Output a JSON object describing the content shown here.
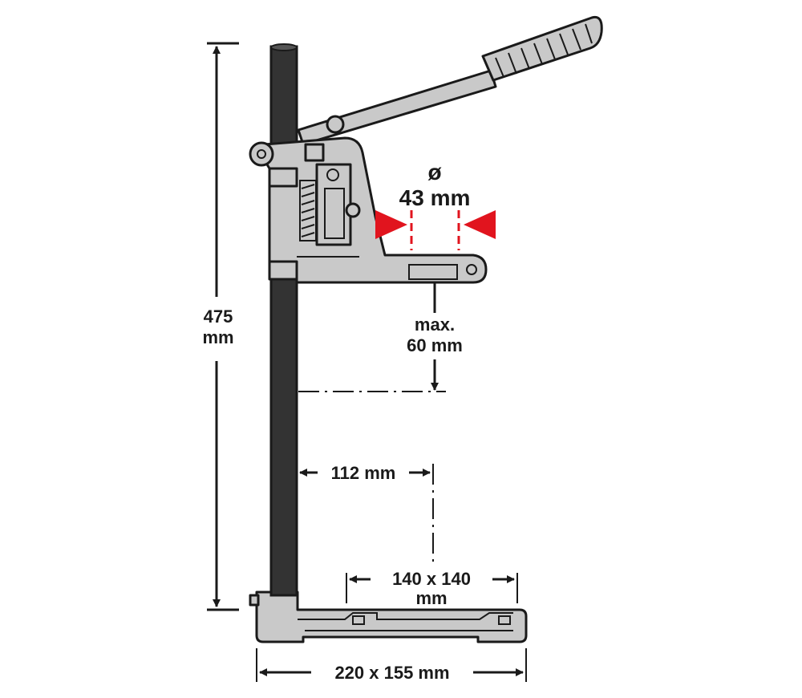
{
  "dimensions": {
    "total_height": {
      "value": "475",
      "unit": "mm"
    },
    "max_diameter": {
      "symbol": "ø",
      "label": "43 mm"
    },
    "max_stroke": {
      "line1": "max.",
      "line2": "60 mm"
    },
    "throat_depth": {
      "label": "112 mm"
    },
    "work_area": {
      "line1": "140 x 140",
      "line2": "mm"
    },
    "base_size": {
      "label": "220 x 155 mm"
    }
  },
  "colors": {
    "metal": "#c9c9c9",
    "column": "#333333",
    "outline": "#1a1a1a",
    "accent_red": "#e1141e"
  }
}
